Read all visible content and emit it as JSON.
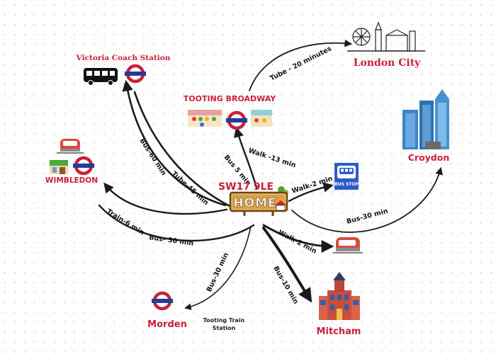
{
  "colors": {
    "accent_red": "#c8203a",
    "tube_blue": "#1c3f94",
    "arrow": "#1a1a1a",
    "home_sign": "#d9a24a"
  },
  "home": {
    "postcode": "SW17 9LE",
    "sign": "HOME"
  },
  "destinations": {
    "victoria": "Victoria Coach Station",
    "tooting_broadway": "TOOTING BROADWAY",
    "london_city": "London City",
    "wimbledon": "WIMBLEDON",
    "croydon": "Croydon",
    "morden": "Morden",
    "mitcham": "Mitcham",
    "tooting_train_line1": "Tooting Train",
    "tooting_train_line2": "Station"
  },
  "bus_stop_sign": "BUS STOP",
  "routes": {
    "tube_20": "Tube - 20 minutes",
    "bus_60": "Bus-60 min",
    "tube_45": "Tube-45 min",
    "walk_13": "Walk -13 min",
    "bus_5": "Bus 5 min",
    "walk_2_bus": "Walk-2 min",
    "bus_30_croydon": "Bus-30 min",
    "train_6": "Train-6 min",
    "bus_30_wimbledon": "Bus- 30 min",
    "walk_2_train": "Walk-2 min",
    "bus_30_morden": "Bus-30 min",
    "bus_10": "Bus-10 min"
  }
}
